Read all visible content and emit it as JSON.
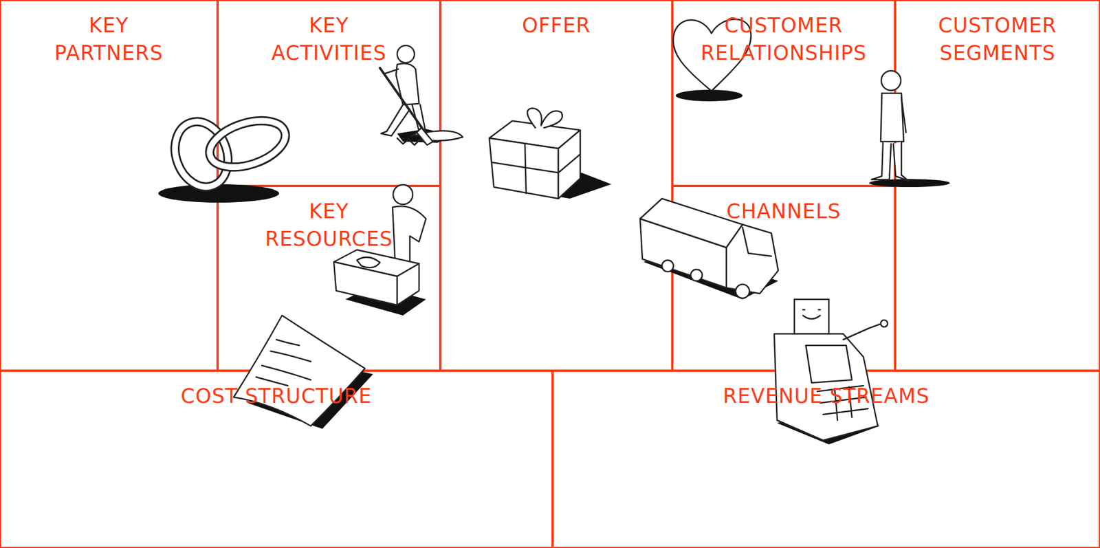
{
  "diagram": {
    "nodes": [
      {
        "text": [
          "KEY PARTNERS"
        ]
      },
      {
        "text": [
          "KEY ACTIVITIES"
        ]
      },
      {
        "text": [
          "KEY RESOURCES"
        ]
      },
      {
        "text": [
          "OFFER"
        ]
      },
      {
        "text": [
          "CUSTOMER RELATIONSHIPS"
        ]
      },
      {
        "text": [
          "CHANNELS"
        ]
      },
      {
        "text": [
          "CUSTOMER SEGMENTS"
        ]
      },
      {
        "text": [
          "COST STRUCTURE"
        ]
      },
      {
        "text": [
          "REVENUE STREAMS"
        ]
      }
    ]
  }
}
